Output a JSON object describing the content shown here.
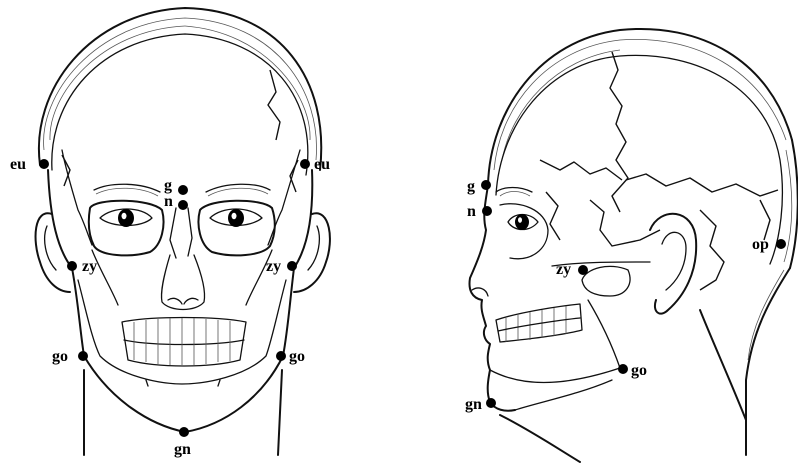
{
  "front_view": {
    "landmarks": [
      {
        "id": "eu-left",
        "label": "eu"
      },
      {
        "id": "eu-right",
        "label": "eu"
      },
      {
        "id": "g",
        "label": "g"
      },
      {
        "id": "n",
        "label": "n"
      },
      {
        "id": "zy-left",
        "label": "zy"
      },
      {
        "id": "zy-right",
        "label": "zy"
      },
      {
        "id": "go-left",
        "label": "go"
      },
      {
        "id": "go-right",
        "label": "go"
      },
      {
        "id": "gn",
        "label": "gn"
      }
    ]
  },
  "side_view": {
    "landmarks": [
      {
        "id": "g",
        "label": "g"
      },
      {
        "id": "n",
        "label": "n"
      },
      {
        "id": "zy",
        "label": "zy"
      },
      {
        "id": "op",
        "label": "op"
      },
      {
        "id": "go",
        "label": "go"
      },
      {
        "id": "gn",
        "label": "gn"
      }
    ]
  },
  "colors": {
    "ink": "#111111",
    "background": "#ffffff"
  }
}
